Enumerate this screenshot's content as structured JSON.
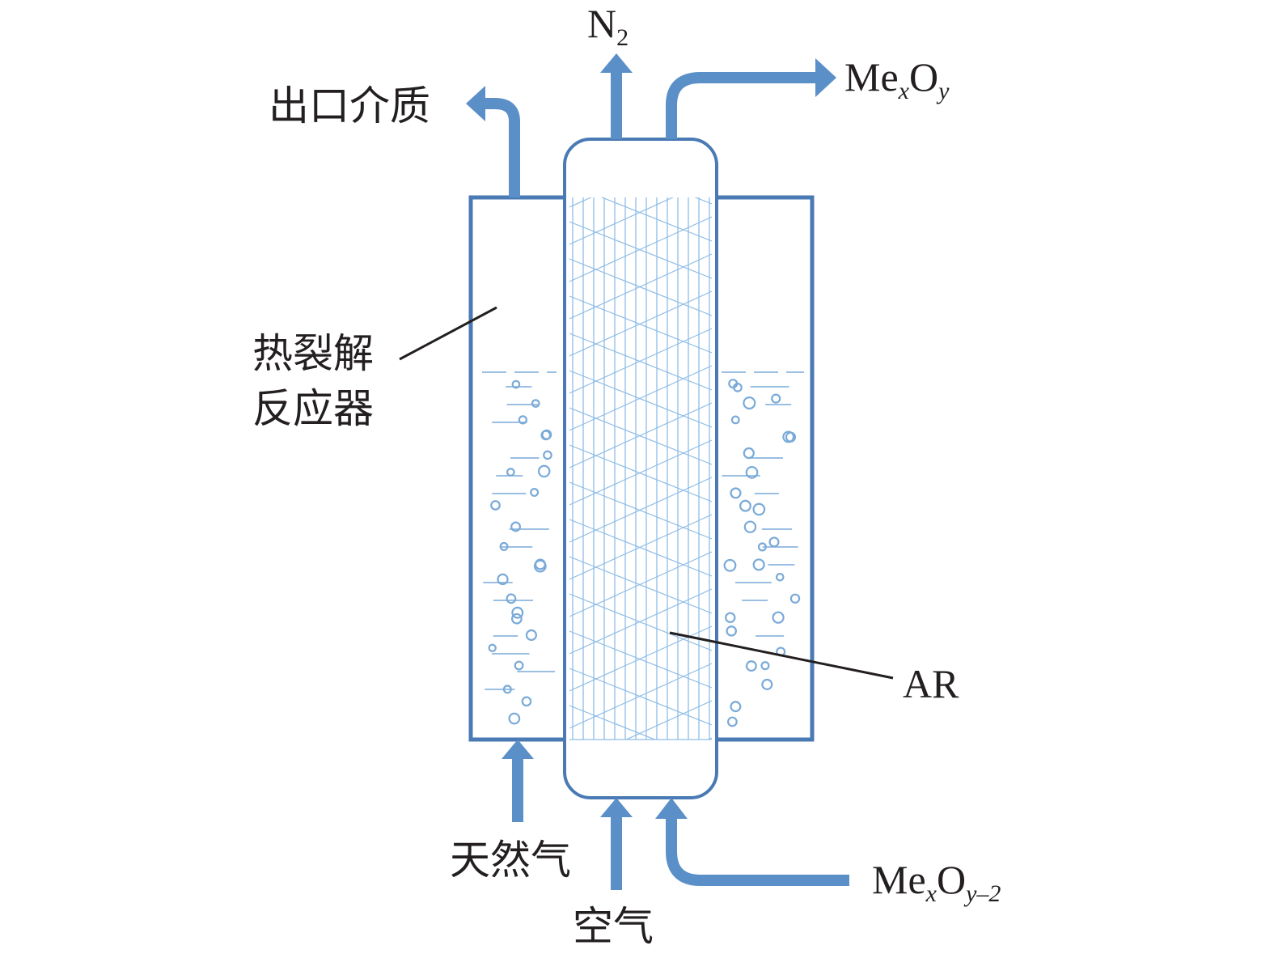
{
  "labels": {
    "outlet_medium": "出口介质",
    "n2": {
      "base": "N",
      "sub": "2"
    },
    "mexoy_out": {
      "me": "Me",
      "x": "x",
      "o": "O",
      "y": "y"
    },
    "reactor_line1": "热裂解",
    "reactor_line2": "反应器",
    "ar": "AR",
    "natural_gas": "天然气",
    "air": "空气",
    "mexoy2_in": {
      "me": "Me",
      "x": "x",
      "o": "O",
      "y": "y–2"
    }
  },
  "colors": {
    "pipe": "#5b8fc7",
    "vessel_border": "#4a7ab4",
    "mesh": "#8fbde6",
    "bubble": "#7aaad8",
    "leader": "#231f20",
    "text": "#231f20"
  }
}
